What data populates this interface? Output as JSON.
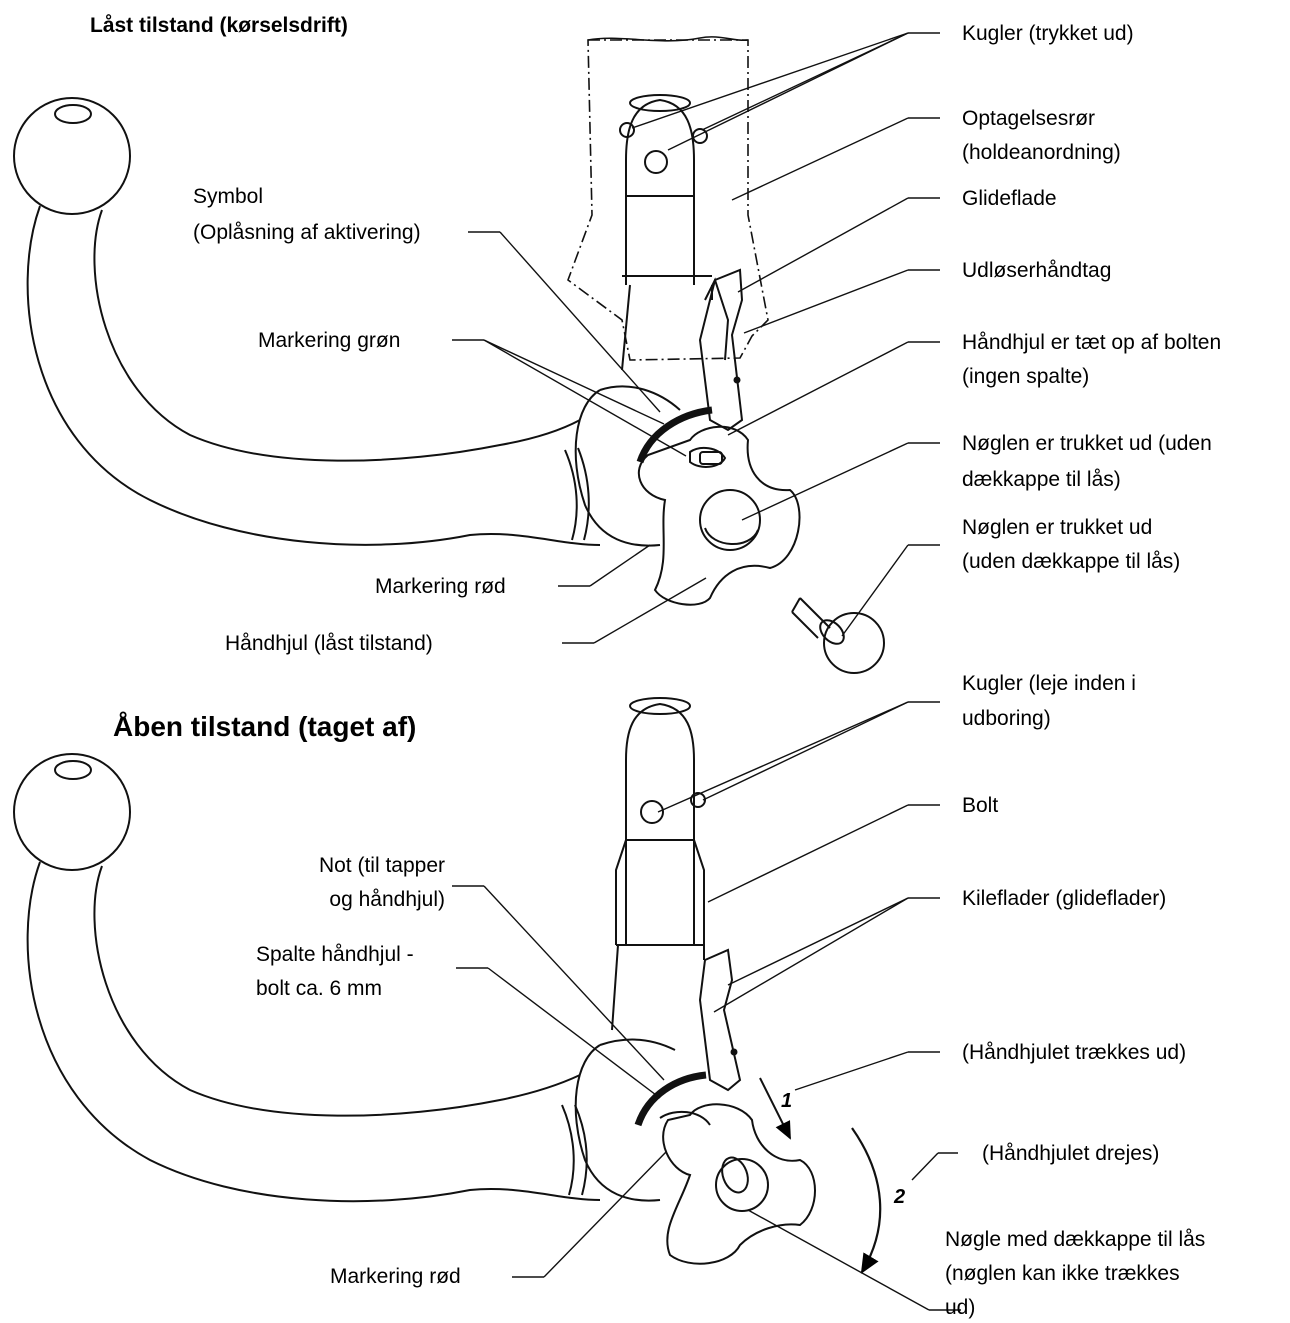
{
  "titles": {
    "locked": "Låst tilstand (kørselsdrift)",
    "open": "Åben tilstand (taget af)"
  },
  "labels_locked": {
    "kugler": "Kugler (trykket ud)",
    "optagelsesror_1": "Optagelsesrør",
    "optagelsesror_2": "(holdeanordning)",
    "glideflade": "Glideflade",
    "udloser": "Udløserhåndtag",
    "haandhjul_taet_1": "Håndhjul er tæt op af bolten",
    "haandhjul_taet_2": "(ingen spalte)",
    "noeglen_ud_a_1": "Nøglen er trukket ud (uden",
    "noeglen_ud_a_2": "dækkappe til lås)",
    "noeglen_ud_b_1": "Nøglen er trukket ud",
    "noeglen_ud_b_2": "(uden dækkappe til lås)",
    "symbol_1": "Symbol",
    "symbol_2": "(Oplåsning af aktivering)",
    "markering_gron": "Markering grøn",
    "markering_rod": "Markering rød",
    "haandhjul_laast": "Håndhjul (låst tilstand)"
  },
  "labels_open": {
    "kugler_1": "Kugler (leje inden i",
    "kugler_2": "udboring)",
    "bolt": "Bolt",
    "kileflader": "Kileflader (glideflader)",
    "traekkes": "(Håndhjulet trækkes ud)",
    "drejes": "(Håndhjulet drejes)",
    "noegle_1": "Nøgle med dækkappe til lås",
    "noegle_2": "(nøglen kan ikke trækkes",
    "noegle_3": "ud)",
    "not_1": "Not (til tapper",
    "not_2": "og håndhjul)",
    "spalte_1": "Spalte håndhjul -",
    "spalte_2": "bolt ca. 6 mm",
    "markering_rod": "Markering rød"
  },
  "steps": {
    "one": "1",
    "two": "2"
  }
}
